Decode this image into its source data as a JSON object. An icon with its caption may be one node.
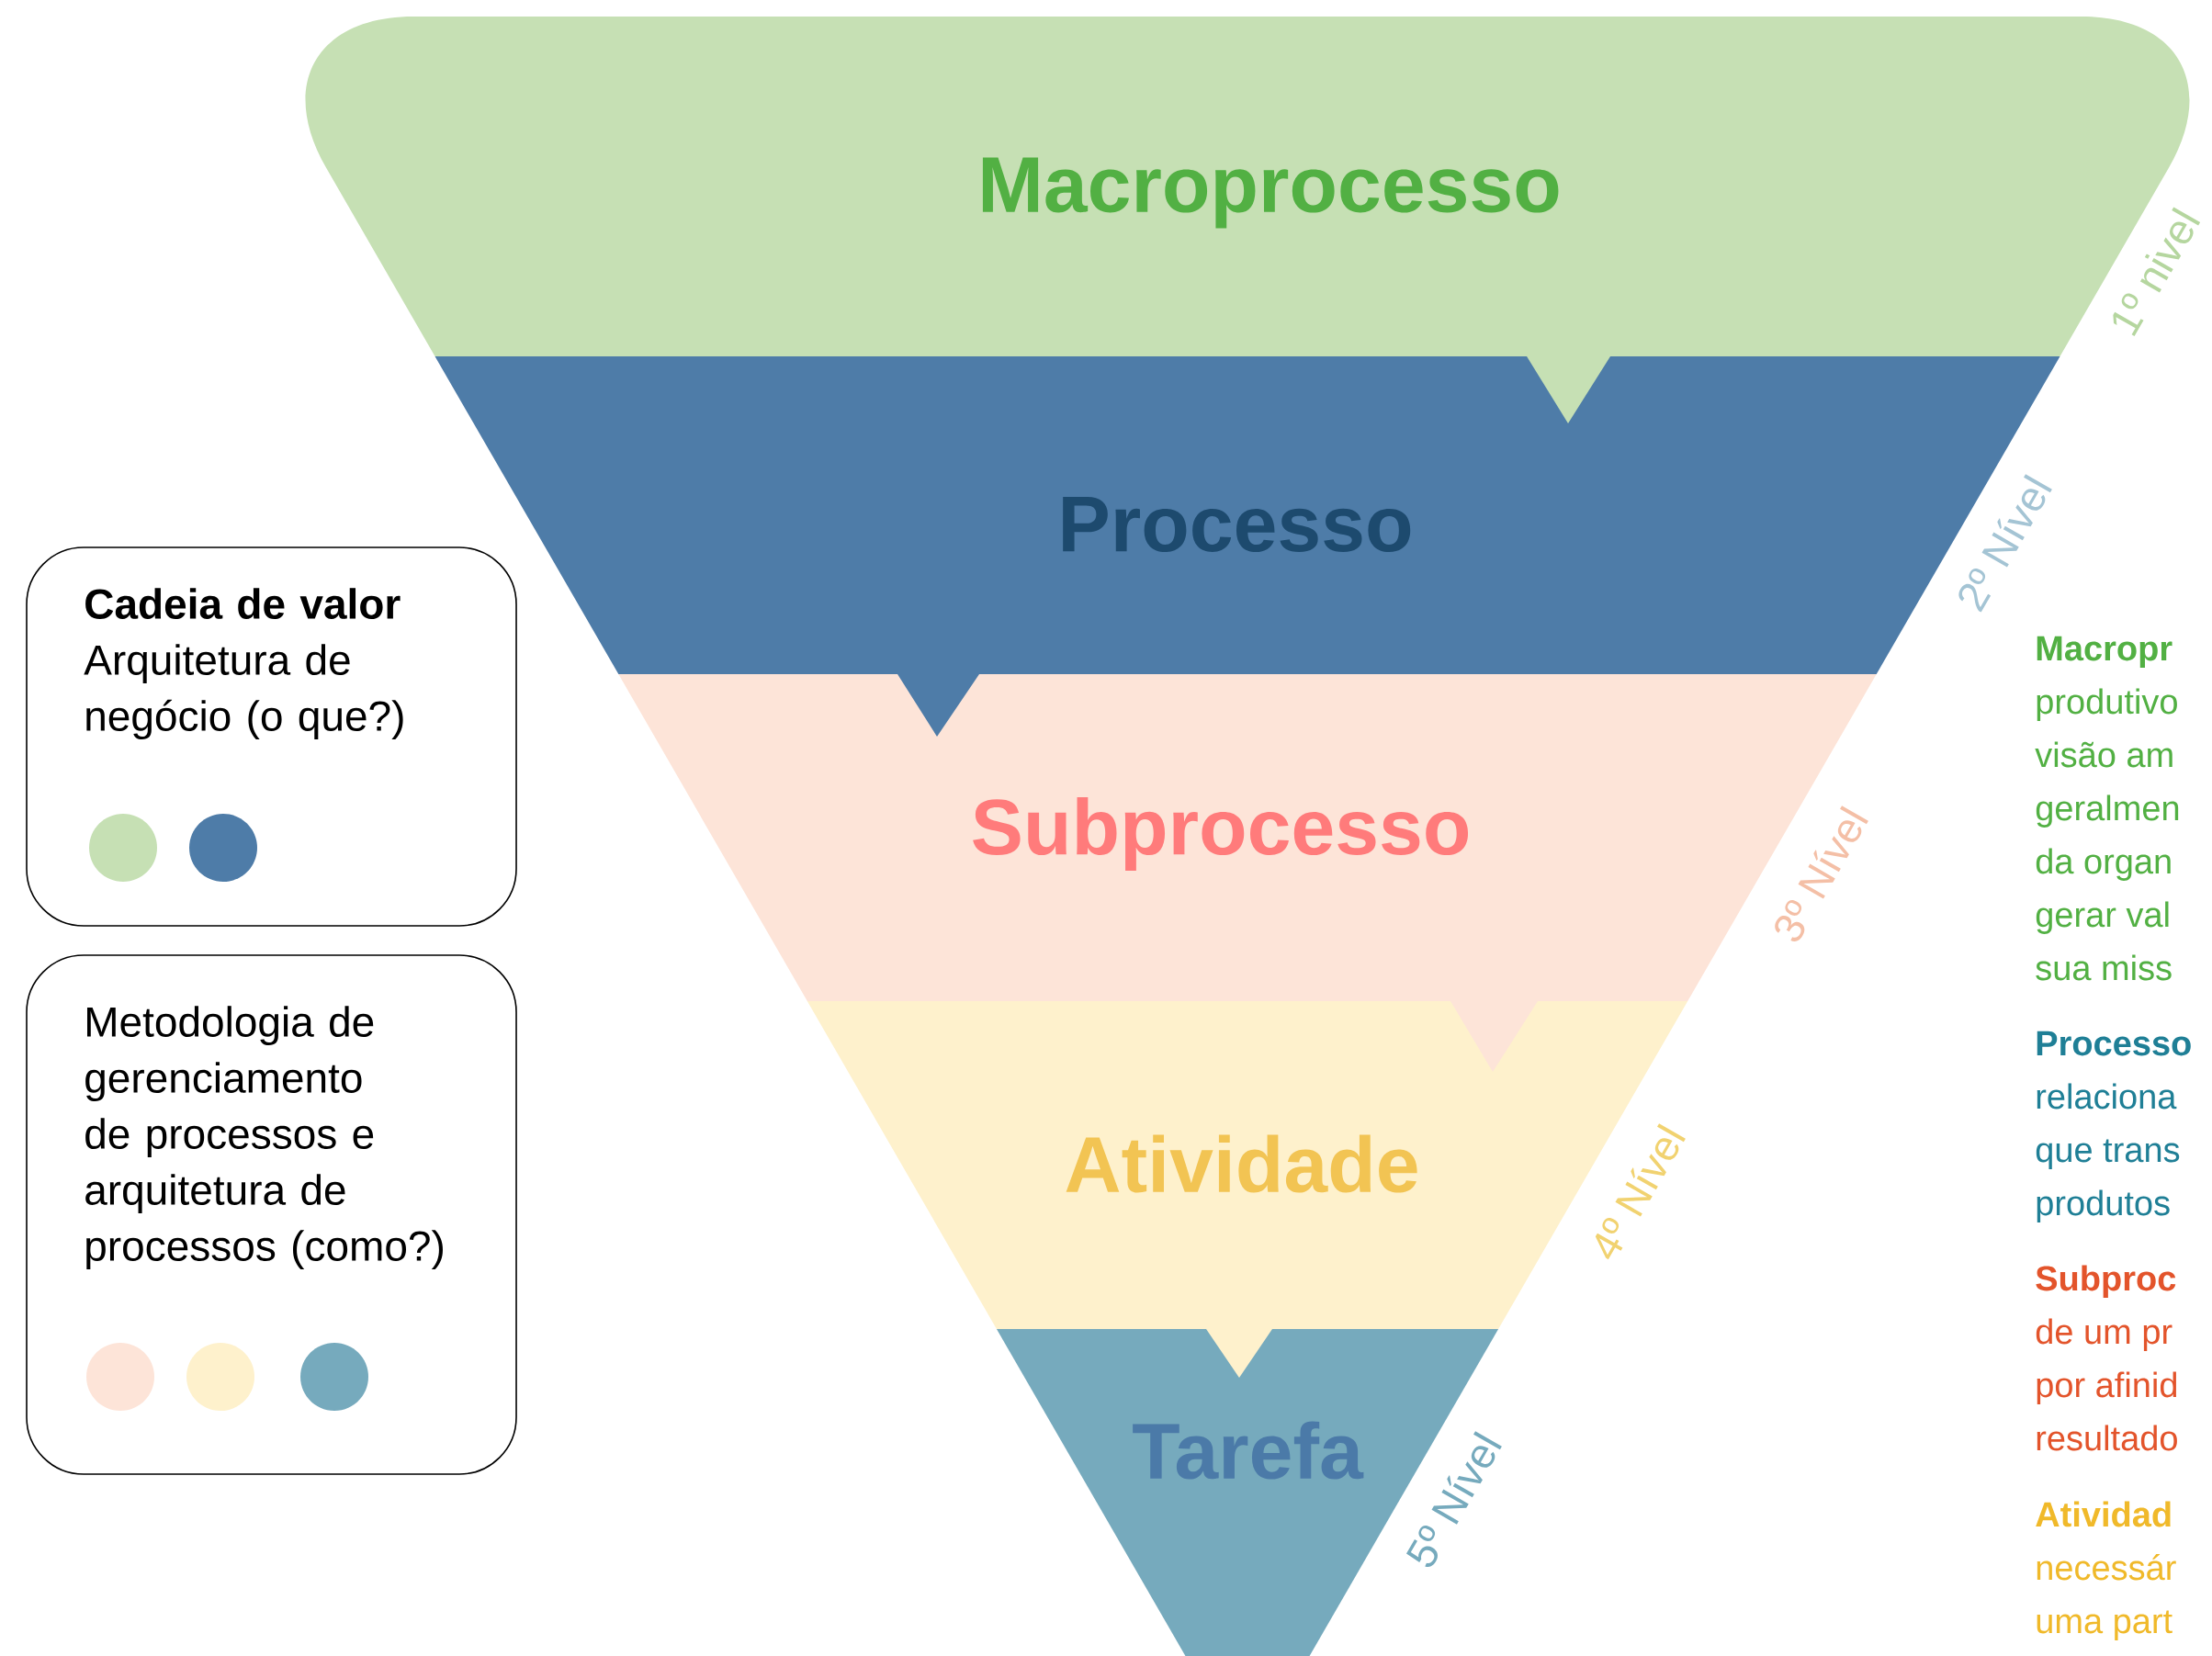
{
  "diagram": {
    "nodes": [
      {
        "text": [
          "Macroprocesso"
        ],
        "beside": [
          "1º nivel"
        ]
      },
      {
        "text": [
          "Processo"
        ],
        "beside": [
          "2º Nível"
        ]
      },
      {
        "text": [
          "Subprocesso"
        ],
        "beside": [
          "3º Nível"
        ]
      },
      {
        "text": [
          "Atividade"
        ],
        "beside": [
          "4º Nível"
        ]
      },
      {
        "text": [
          "Tarefa"
        ],
        "beside": [
          "5º Nível"
        ]
      },
      {
        "text": [
          "Cadeia de valor",
          "Arquitetura de negócio (o que?)"
        ]
      },
      {
        "text": [
          "Metodologia de gerenciamento de processos e arquitetura de processos (como?)"
        ]
      }
    ],
    "edges": [],
    "labels": [
      "Macropr",
      "produtivo",
      "visão am",
      "geralmen",
      "da organ",
      "gerar val",
      "sua miss",
      "Processo",
      "relaciona",
      "que trans",
      "produtos",
      "Subproc",
      "de um pr",
      "por afinid",
      "resultado",
      "Atividad",
      "necessár",
      "uma part"
    ]
  }
}
